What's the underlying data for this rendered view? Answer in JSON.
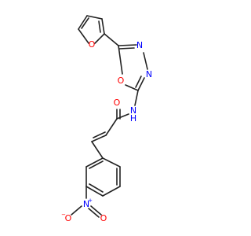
{
  "molecule": {
    "atoms": {
      "furan_o": "O",
      "oxadiazole_o": "O",
      "oxadiazole_n1": "N",
      "oxadiazole_n2": "N",
      "amide_n": "N",
      "amide_h": "H",
      "carbonyl_o": "O",
      "nitro_n": "N",
      "nitro_o_left": "O",
      "nitro_o_right": "O",
      "nitro_n_charge": "+",
      "nitro_o_charge": "−"
    },
    "colors": {
      "bond": "#222222",
      "oxygen": "#ff0000",
      "nitrogen": "#0000ff"
    }
  }
}
